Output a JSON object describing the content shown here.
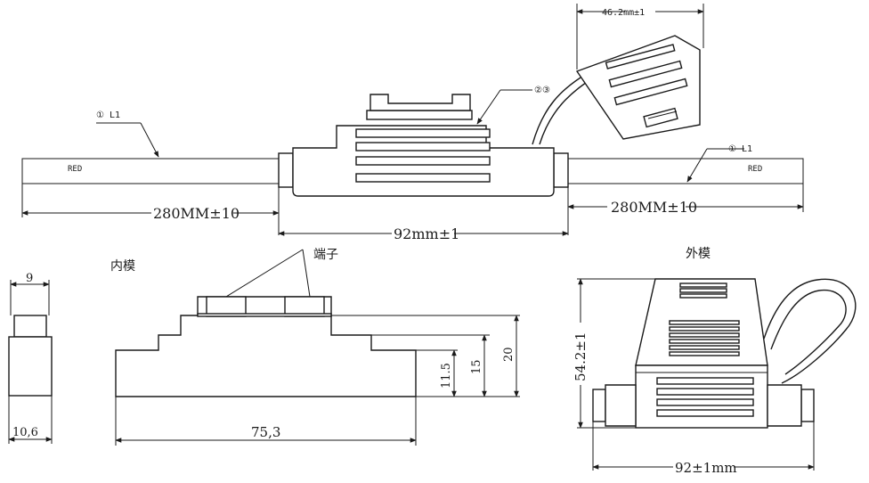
{
  "top_view": {
    "left_wire_callout": "① L1",
    "right_wire_callout": "① L1",
    "left_wire_color": "RED",
    "right_wire_color": "RED",
    "body_callout": "②③",
    "left_wire_length": "280MM±10",
    "right_wire_length": "280MM±10",
    "body_length": "92mm±1",
    "cap_width": "46.2mm±1"
  },
  "inner_mold": {
    "title": "内模",
    "terminal_label": "端子",
    "width_top": "9",
    "width_bottom": "10,6",
    "length": "75,3",
    "height_small": "11.5",
    "height_mid": "15",
    "height_total": "20"
  },
  "outer_mold": {
    "title": "外模",
    "height": "54.2±1",
    "length": "92±1mm"
  }
}
